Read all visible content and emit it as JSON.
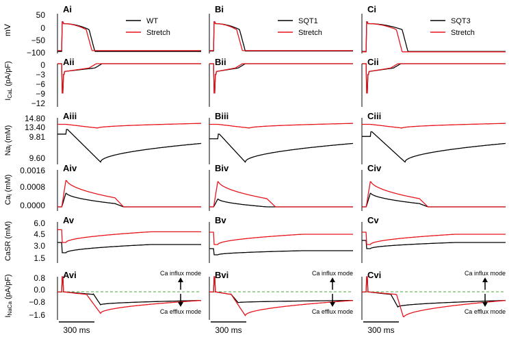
{
  "colors": {
    "control": "#000000",
    "stretch": "#e8121b",
    "zero_line": "#44aa33",
    "axis": "#000000"
  },
  "chart_data": {
    "type": "line",
    "columns": [
      {
        "legend": [
          "WT",
          "Stretch"
        ]
      },
      {
        "legend": [
          "SQT1",
          "Stretch"
        ]
      },
      {
        "legend": [
          "SQT3",
          "Stretch"
        ]
      }
    ],
    "rows": [
      {
        "ylabel": "mV",
        "yticks": [
          "50",
          "0",
          "−50",
          "−100"
        ],
        "panels": [
          "Ai",
          "Bi",
          "Ci"
        ]
      },
      {
        "ylabel": "I_CaL (pA/pF)",
        "yticks": [
          "0",
          "−3",
          "−6",
          "−9",
          "−12"
        ],
        "panels": [
          "Aii",
          "Bii",
          "Cii"
        ]
      },
      {
        "ylabel": "Na_i (mM)",
        "yticks": [
          "14.80",
          "13.40",
          "9.81",
          "9.60"
        ],
        "panels": [
          "Aiii",
          "Biii",
          "Ciii"
        ]
      },
      {
        "ylabel": "Ca_i (mM)",
        "yticks": [
          "0.0016",
          "0.0008",
          "0.0000"
        ],
        "panels": [
          "Aiv",
          "Biv",
          "Civ"
        ]
      },
      {
        "ylabel": "CaSR (mM)",
        "yticks": [
          "6.0",
          "4.5",
          "3.0",
          "1.5"
        ],
        "panels": [
          "Av",
          "Bv",
          "Cv"
        ]
      },
      {
        "ylabel": "I_NaCa (pA/pF)",
        "yticks": [
          "0.8",
          "0.0",
          "−0.8",
          "−1.6"
        ],
        "panels": [
          "Avi",
          "Bvi",
          "Cvi"
        ]
      }
    ],
    "annotations": {
      "influx": "Ca influx mode",
      "efflux": "Ca efflux mode"
    },
    "scale_bar": "300 ms"
  }
}
